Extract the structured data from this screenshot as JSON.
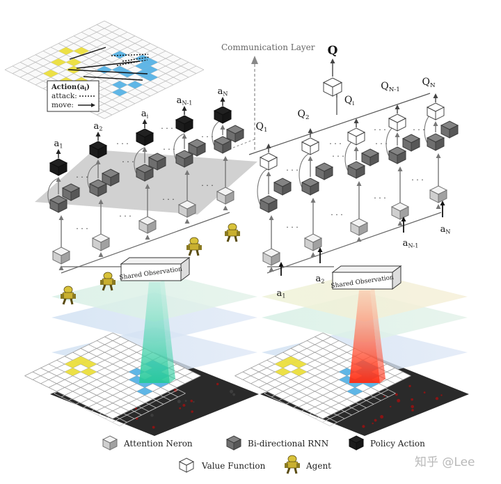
{
  "communication_layer": "Communication Layer",
  "action_box": {
    "title": "Action(a",
    "title_sub": "i",
    "title_end": ")",
    "attack": "attack:",
    "move": "move:"
  },
  "shared_observation": "Shared Observation",
  "ellipsis": "· · ·",
  "actor": {
    "labels": [
      {
        "main": "a",
        "sub": "1"
      },
      {
        "main": "a",
        "sub": "2"
      },
      {
        "main": "a",
        "sub": "i"
      },
      {
        "main": "a",
        "sub": "N-1"
      },
      {
        "main": "a",
        "sub": "N"
      }
    ]
  },
  "critic": {
    "q_total": "Q",
    "q_labels": [
      {
        "main": "Q",
        "sub": "1"
      },
      {
        "main": "Q",
        "sub": "2"
      },
      {
        "main": "Q",
        "sub": "i"
      },
      {
        "main": "Q",
        "sub": "N-1"
      },
      {
        "main": "Q",
        "sub": "N"
      }
    ],
    "action_inputs": [
      {
        "main": "a",
        "sub": "1"
      },
      {
        "main": "a",
        "sub": "2"
      },
      {
        "main": "a",
        "sub": "N-1"
      },
      {
        "main": "a",
        "sub": "N"
      }
    ]
  },
  "legend": {
    "attention": "Attention Neron",
    "birnn": "Bi-directional RNN",
    "policy": "Policy Action",
    "value": "Value Function",
    "agent": "Agent"
  },
  "watermark": "知乎 @Lee",
  "colors": {
    "attention_fill": "#cfcfcf",
    "birnn_fill": "#6f6f6f",
    "policy_fill": "#1c1c1c",
    "value_fill": "#ffffff",
    "grid_blue": "#5fb6e6",
    "grid_yellow": "#ece046",
    "beam_left": "#48d4a6",
    "beam_right": "#ff3b1a",
    "battlefield": "#2a2a2a"
  }
}
